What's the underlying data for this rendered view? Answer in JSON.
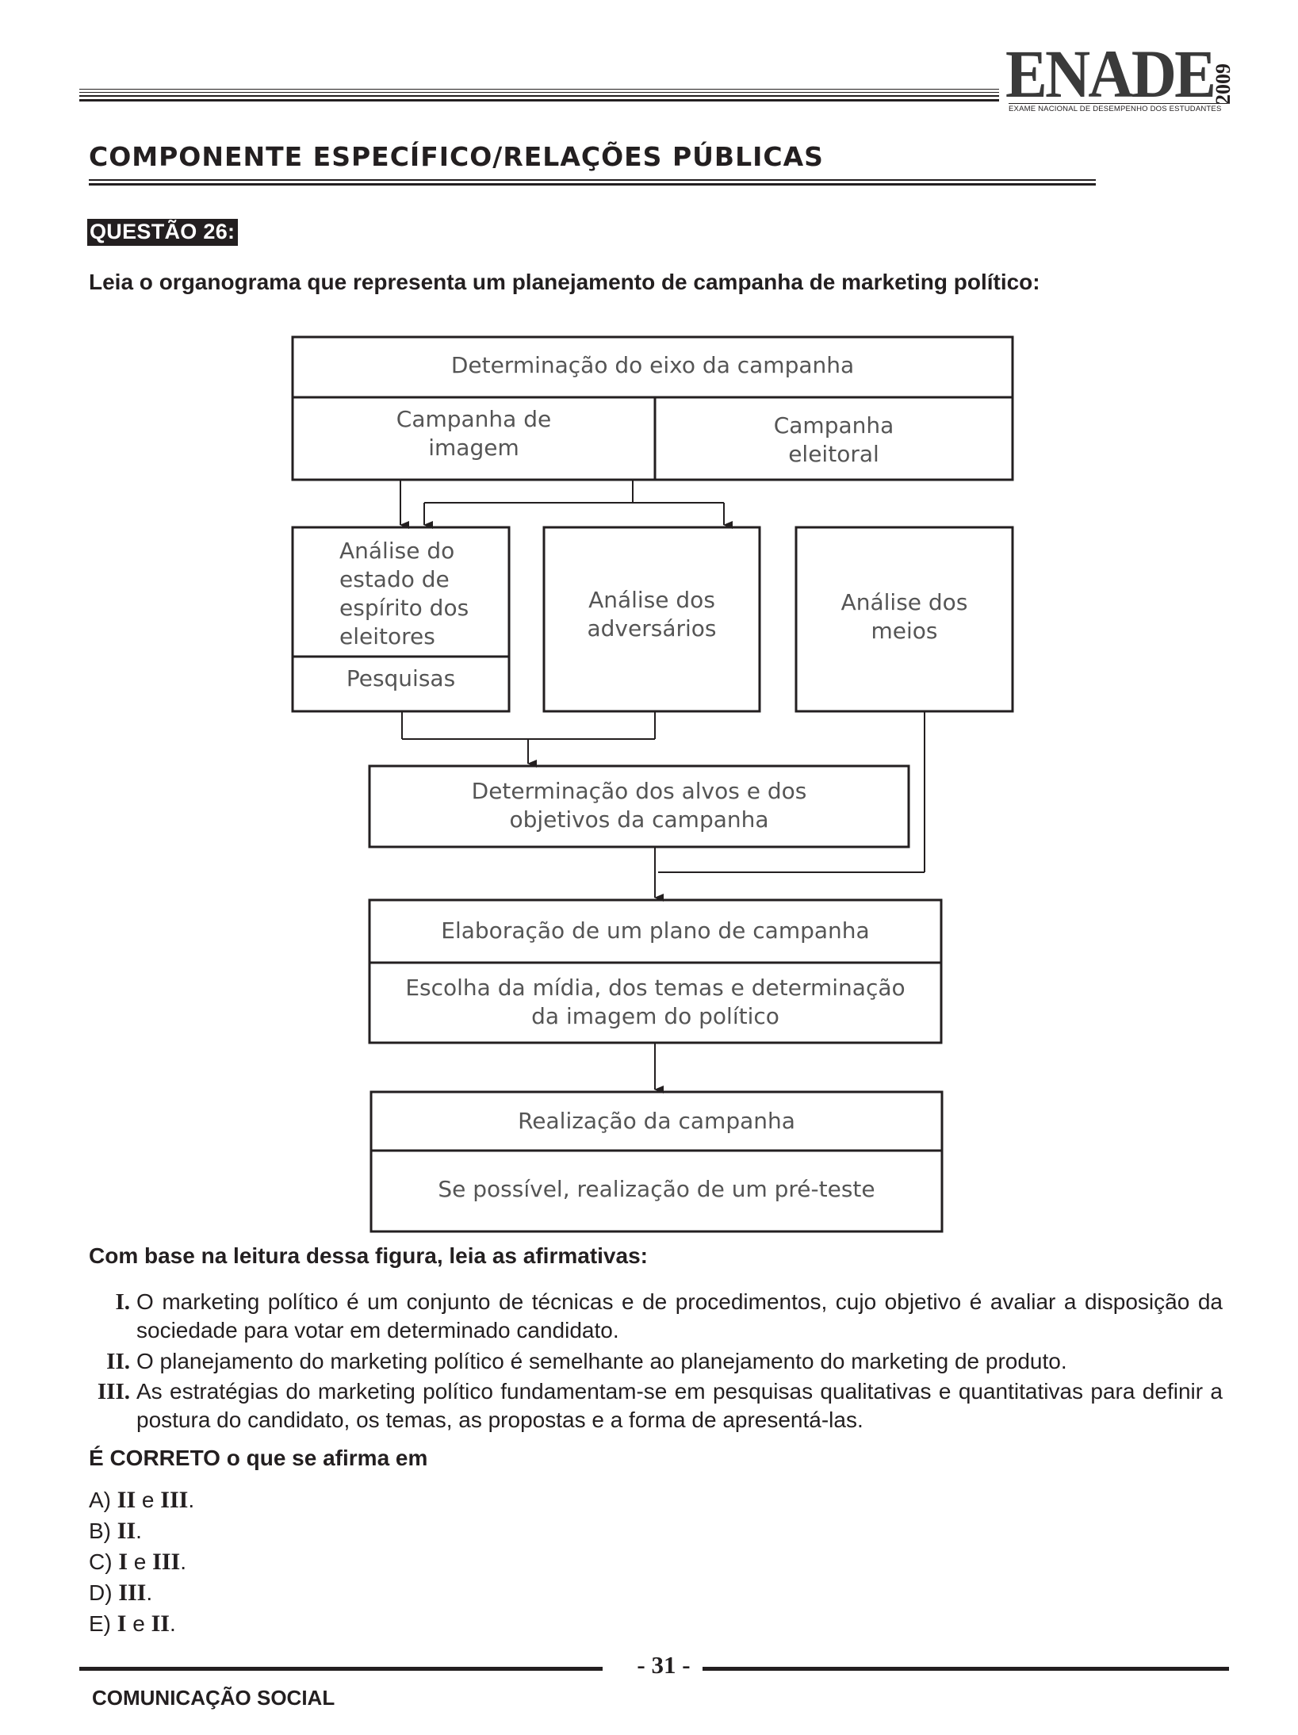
{
  "header": {
    "logo_text": "ENADE",
    "logo_year": "2009",
    "logo_subtitle": "EXAME NACIONAL DE DESEMPENHO DOS ESTUDANTES"
  },
  "section_title": "COMPONENTE ESPECÍFICO/RELAÇÕES PÚBLICAS",
  "question_label": "QUESTÃO 26:",
  "intro": "Leia o organograma que representa um planejamento de campanha de marketing político:",
  "diagram": {
    "axis": "Determinação do eixo da campanha",
    "image_campaign": "Campanha de\nimagem",
    "electoral_campaign": "Campanha\neleitoral",
    "voters": "Análise do\nestado de\nespírito dos\neleitores",
    "research": "Pesquisas",
    "opponents": "Análise dos\nadversários",
    "means": "Análise dos\nmeios",
    "targets": "Determinação dos alvos e dos\nobjetivos da campanha",
    "plan": "Elaboração de um plano de campanha",
    "media": "Escolha da mídia, dos temas e determinação\nda imagem do político",
    "execution": "Realização da campanha",
    "pretest": "Se possível, realização de um pré-teste"
  },
  "lead": "Com base na leitura dessa figura, leia as afirmativas:",
  "statements": [
    {
      "num": "I.",
      "text": "O marketing político é um conjunto de técnicas e de procedimentos, cujo objetivo é avaliar a disposição da sociedade para votar em determinado candidato."
    },
    {
      "num": "II.",
      "text": "O planejamento do marketing político é semelhante ao planejamento do marketing de produto."
    },
    {
      "num": "III.",
      "text": "As estratégias do marketing político fundamentam-se em pesquisas qualitativas e quantitativas para definir a postura do candidato, os temas, as propostas e a forma de apresentá-las."
    }
  ],
  "question": "É CORRETO o que se afirma em",
  "options": [
    {
      "letter": "A)",
      "a": "II",
      "sep": " e ",
      "b": "III",
      "end": "."
    },
    {
      "letter": "B)",
      "a": "II",
      "sep": "",
      "b": "",
      "end": "."
    },
    {
      "letter": "C)",
      "a": "I",
      "sep": " e ",
      "b": "III",
      "end": "."
    },
    {
      "letter": "D)",
      "a": "III",
      "sep": "",
      "b": "",
      "end": "."
    },
    {
      "letter": "E)",
      "a": "I",
      "sep": " e ",
      "b": "II",
      "end": "."
    }
  ],
  "footer": {
    "page": "- 31 -",
    "course": "COMUNICAÇÃO SOCIAL"
  }
}
